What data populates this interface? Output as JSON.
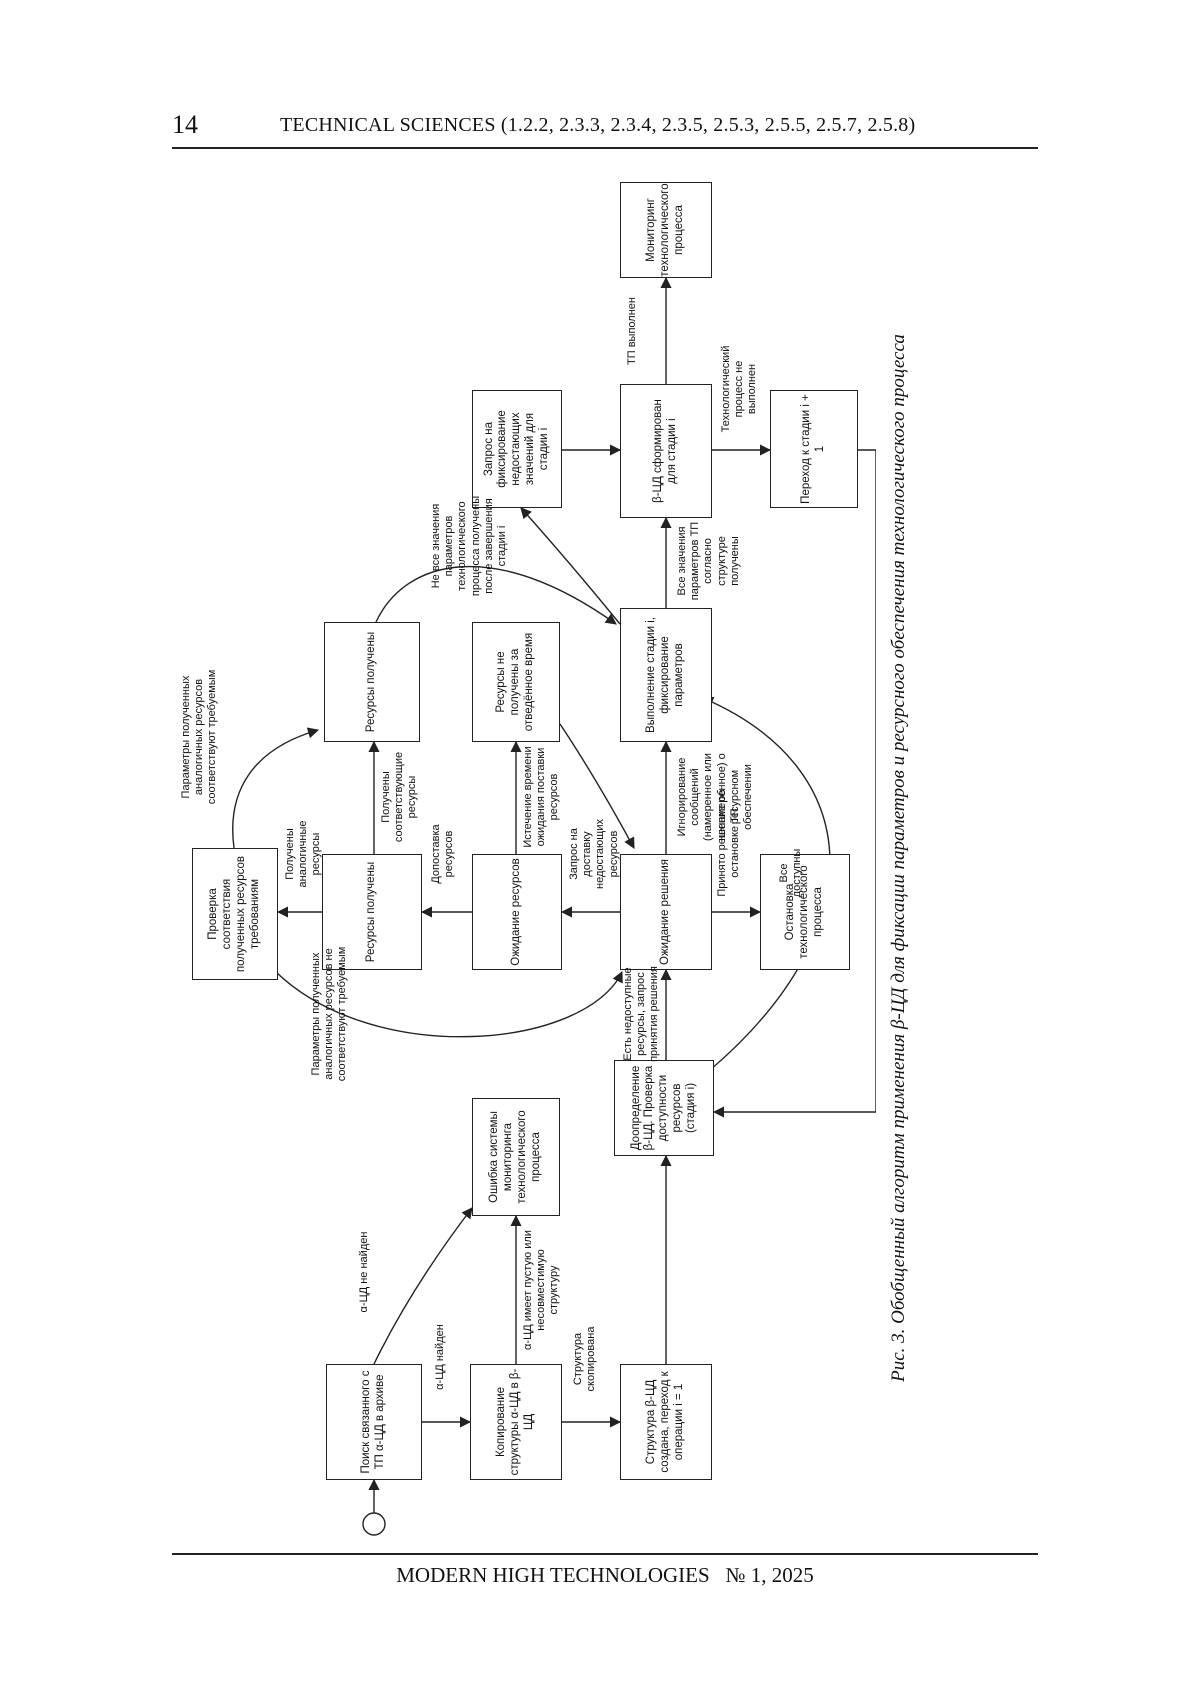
{
  "header": {
    "page_number": "14",
    "journal_section": "TECHNICAL SCIENCES (1.2.2, 2.3.3, 2.3.4, 2.3.5, 2.5.3, 2.5.5, 2.5.7, 2.5.8)"
  },
  "footer": {
    "journal": "MODERN HIGH TECHNOLOGIES",
    "issue": "№ 1, 2025"
  },
  "figure": {
    "caption": "Рис. 3. Обобщенный алгоритм применения β-ЦД для фиксации параметров и ресурсного обеспечения технологического процесса",
    "nodes": {
      "search": "Поиск связанного с ТП α-ЦД в архиве",
      "copy": "Копирование структуры α-ЦД в β-ЦД",
      "structure_created": "Структура β-ЦД создана, переход к операции i = 1",
      "error": "Ошибка системы мониторинга технологического процесса",
      "refine": "Доопределение β-ЦД. Проверка доступности ресурсов (стадия i)",
      "wait_decision": "Ожидание решения",
      "stop": "Остановка технологического процесса",
      "wait_resources": "Ожидание ресурсов",
      "resources_received_analog": "Ресурсы получены",
      "check": "Проверка соответствия полученных ресурсов требованиям",
      "resources_received": "Ресурсы получены",
      "resources_not_received": "Ресурсы не получены за отведённое время",
      "execute": "Выполнение стадии i, фиксирование параметров",
      "beta_formed": "β-ЦД сформирован для стадии i",
      "request_missing": "Запрос на фиксирование недостающих значений для стадии i",
      "next_stage": "Переход к стадии i + 1",
      "monitoring": "Мониторинг технологического процесса"
    },
    "edges": {
      "alpha_found": "α-ЦД найден",
      "alpha_not_found": "α-ЦД не найден",
      "alpha_empty": "α-ЦД имеет пустую или несовместимую структуру",
      "structure_copied": "Структура скопирована",
      "unavailable": "Есть недоступные ресурсы, запрос принятия решения",
      "all_available": "Все доступны",
      "stop_decision": "Принято решение об остановке ТП",
      "request_delivery": "Запрос на доставку недостающих ресурсов",
      "extra_delivery": "Допоставка ресурсов",
      "analog_received": "Получены аналогичные ресурсы",
      "params_mismatch": "Параметры полученных аналогичных ресурсов не соответствуют требуемым",
      "params_match": "Параметры полученных аналогичных ресурсов соответствуют требуемым",
      "received_matching": "Получены соответствующие ресурсы",
      "timeout": "Истечение времени ожидания поставки ресурсов",
      "ignore_messages": "Игнорирование сообщений (намеренное или ненамеренное) о ресурсном обеспечении",
      "all_values": "Все значения параметров ТП согласно структуре получены",
      "not_all_values": "Не все значения параметров технологического процесса получены после завершения стадии i",
      "tp_done": "ТП выполнен",
      "tp_not_done": "Технологический процесс не выполнен"
    }
  }
}
